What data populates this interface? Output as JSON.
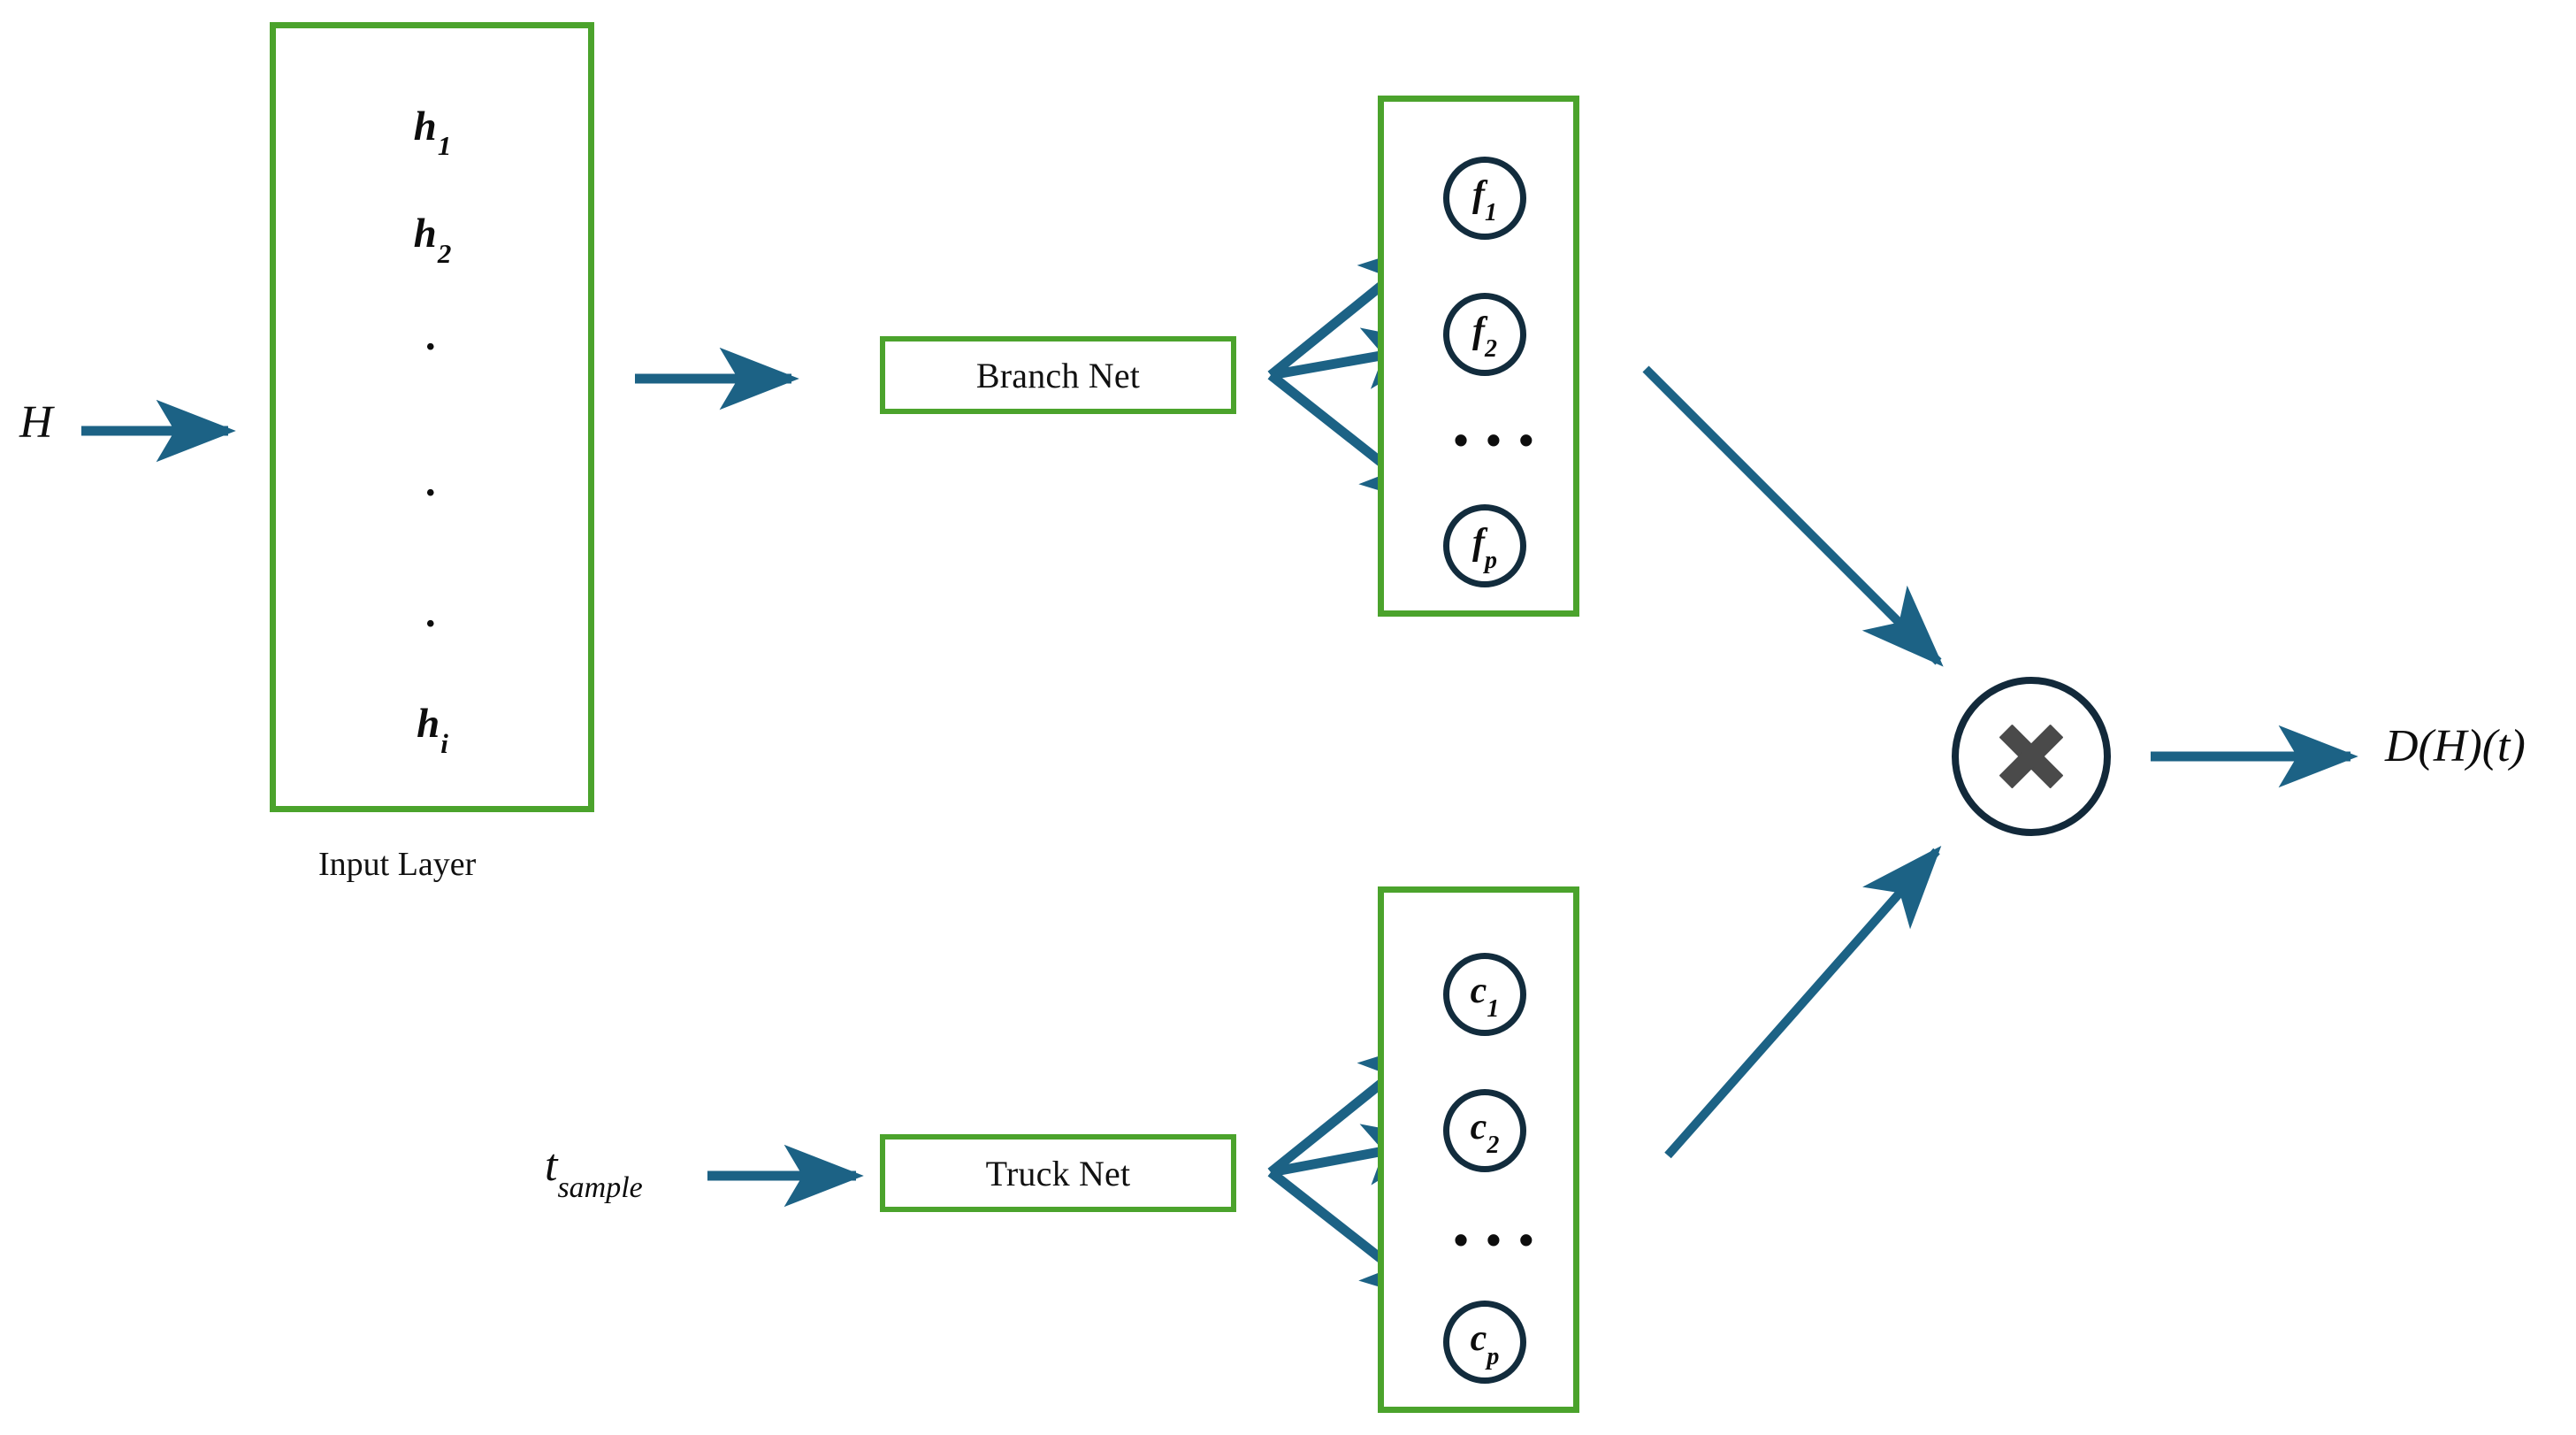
{
  "diagram": {
    "title": "DeepONet operator-learning architecture",
    "colors": {
      "green_frame": "#4BA32C",
      "arrow_blue": "#1C6285",
      "neuron_outline": "#122C3D",
      "multiply_glyph": "#4A4A4A",
      "text": "#0d0d0d",
      "background": "#ffffff"
    }
  },
  "input": {
    "signal_label": "H",
    "layer_caption": "Input Layer",
    "nodes": [
      {
        "base": "h",
        "sub": "1"
      },
      {
        "base": "h",
        "sub": "2"
      },
      {
        "base": "h",
        "sub": "i"
      }
    ],
    "vertical_dots": [
      ".",
      ".",
      "."
    ]
  },
  "branch": {
    "net_label": "Branch Net",
    "neurons": [
      {
        "base": "f",
        "sub": "1"
      },
      {
        "base": "f",
        "sub": "2"
      },
      {
        "base": "f",
        "sub": "p"
      }
    ],
    "ellipsis": "• • •"
  },
  "trunk": {
    "input_base": "t",
    "input_sub": "sample",
    "net_label": "Truck Net",
    "neurons": [
      {
        "base": "c",
        "sub": "1"
      },
      {
        "base": "c",
        "sub": "2"
      },
      {
        "base": "c",
        "sub": "p"
      }
    ],
    "ellipsis": "• • •"
  },
  "merge": {
    "operator_icon": "multiply-icon",
    "operator_symbol": "×",
    "output_label": "D(H)(t)"
  }
}
